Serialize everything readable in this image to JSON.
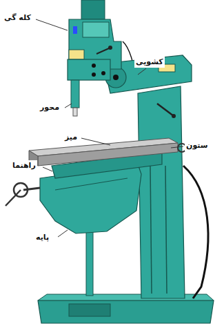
{
  "diagram": {
    "labels": [
      "کله گی",
      "کشویی",
      "محور",
      "میز",
      "ستون",
      "راهنما",
      "پایه"
    ]
  }
}
